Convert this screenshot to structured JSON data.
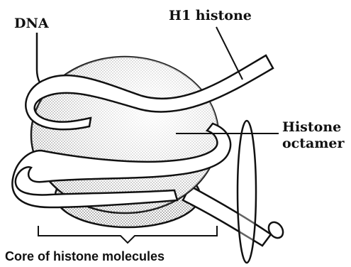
{
  "diagram": {
    "labels": {
      "dna": "DNA",
      "h1_histone": "H1 histone",
      "histone_octamer": "Histone\noctamer",
      "core": "Core of histone molecules"
    },
    "colors": {
      "ink": "#111111",
      "shade": "#6e6e6e",
      "paper": "#ffffff"
    }
  }
}
